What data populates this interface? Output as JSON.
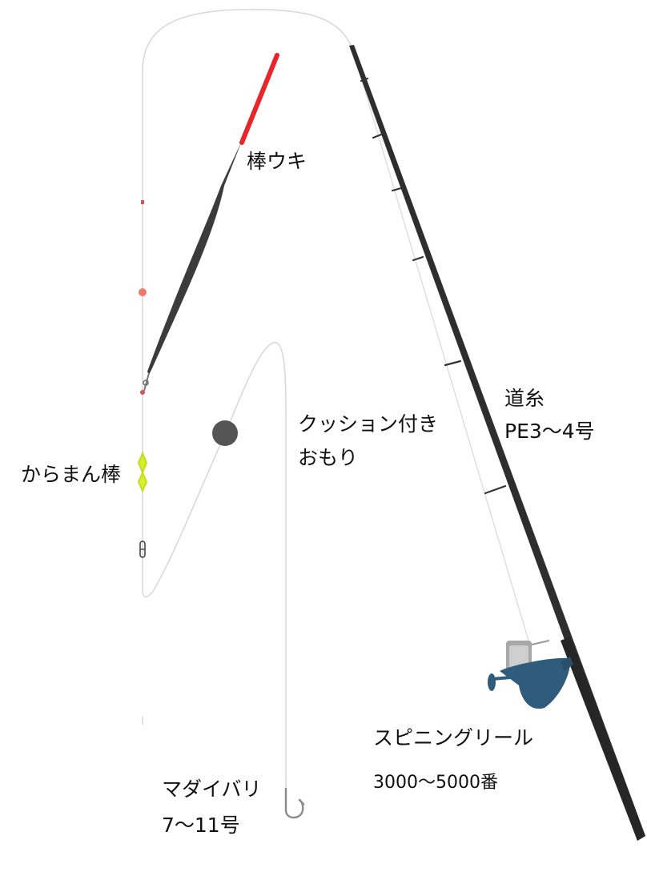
{
  "labels": {
    "float": "棒ウキ",
    "line_title": "道糸",
    "line_spec": "PE3〜4号",
    "sinker_line1": "クッション付き",
    "sinker_line2": "おもり",
    "stopper": "からまん棒",
    "reel_title": "スピニングリール",
    "reel_spec": "3000〜5000番",
    "hook_title": "マダイバリ",
    "hook_spec": "7〜11号"
  },
  "colors": {
    "line": "#d8d8d8",
    "rod": "#2e2e2e",
    "float_top": "#e8262a",
    "float_body": "#3a3a3a",
    "stopper": "#d7ee2a",
    "sinker": "#555555",
    "reel": "#2f5b7c",
    "bead": "#f07a6a"
  }
}
